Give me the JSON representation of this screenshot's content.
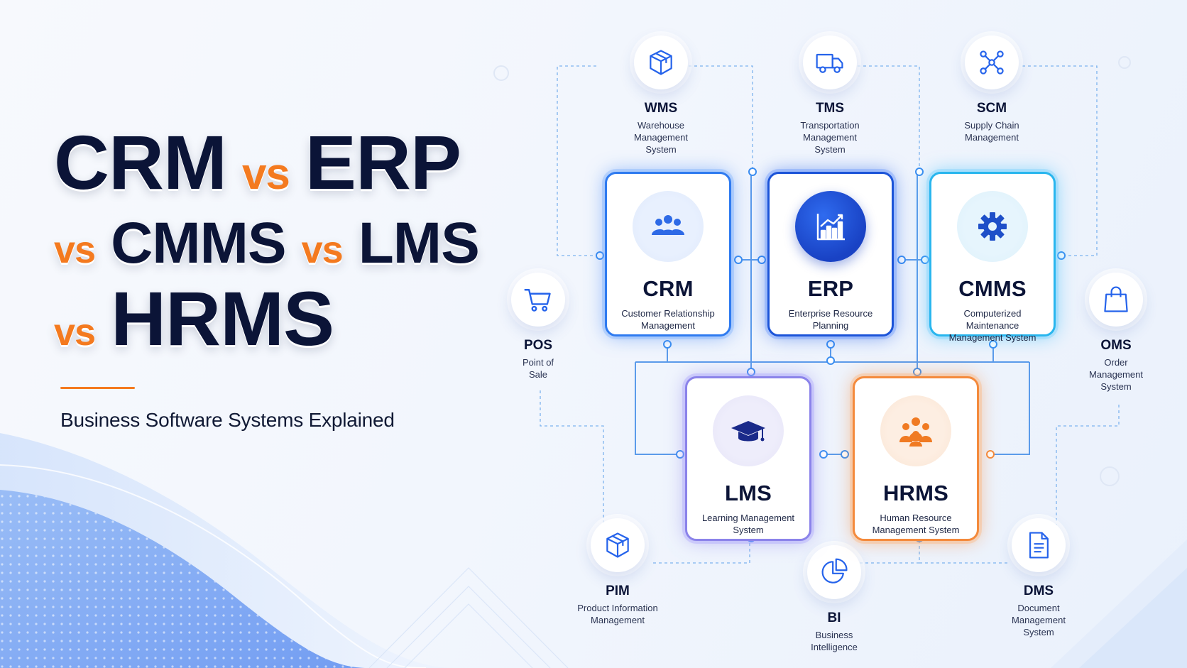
{
  "title": {
    "w1": "CRM",
    "vs1": "vs",
    "w2": "ERP",
    "vs2": "vs",
    "w3": "CMMS",
    "vs3": "vs",
    "w4": "LMS",
    "vs4": "vs",
    "w5": "HRMS"
  },
  "subtitle": "Business Software Systems Explained",
  "colors": {
    "navy_text": "#0b1437",
    "accent_orange": "#f47a1f",
    "crm_blue": "#2f7bf0",
    "erp_navy": "#1c54d8",
    "cmms_cyan": "#29b6ee",
    "lms_violet": "#8b83ea",
    "hrms_orange": "#f48a3c"
  },
  "cards": {
    "crm": {
      "abbr": "CRM",
      "desc": "Customer Relationship Management",
      "icon": "users-group-icon"
    },
    "erp": {
      "abbr": "ERP",
      "desc": "Enterprise Resource Planning",
      "icon": "bar-chart-growth-icon"
    },
    "cmms": {
      "abbr": "CMMS",
      "desc": "Computerized Maintenance Management System",
      "icon": "gear-icon"
    },
    "lms": {
      "abbr": "LMS",
      "desc": "Learning Management System",
      "icon": "graduation-cap-icon"
    },
    "hrms": {
      "abbr": "HRMS",
      "desc": "Human Resource Management System",
      "icon": "team-people-icon"
    }
  },
  "satellites": {
    "wms": {
      "abbr": "WMS",
      "desc": "Warehouse Management System",
      "icon": "box-package-icon"
    },
    "tms": {
      "abbr": "TMS",
      "desc": "Transportation Management System",
      "icon": "delivery-truck-icon"
    },
    "scm": {
      "abbr": "SCM",
      "desc": "Supply Chain Management",
      "icon": "network-nodes-icon"
    },
    "pos": {
      "abbr": "POS",
      "desc": "Point of Sale",
      "icon": "shopping-cart-icon"
    },
    "oms": {
      "abbr": "OMS",
      "desc": "Order Management System",
      "icon": "shopping-bag-icon"
    },
    "pim": {
      "abbr": "PIM",
      "desc": "Product Information Management",
      "icon": "product-box-icon"
    },
    "bi": {
      "abbr": "BI",
      "desc": "Business Intelligence",
      "icon": "pie-chart-icon"
    },
    "dms": {
      "abbr": "DMS",
      "desc": "Document Management System",
      "icon": "document-icon"
    }
  }
}
